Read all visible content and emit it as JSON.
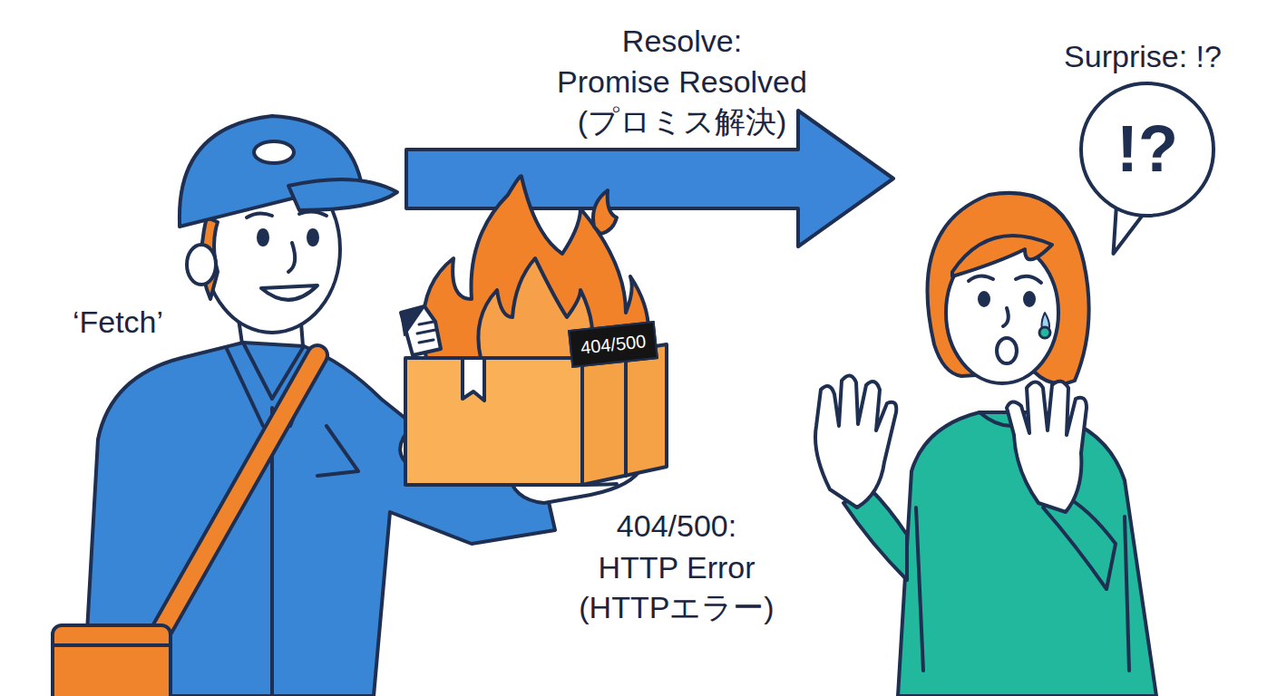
{
  "diagram": {
    "nodes": [
      {
        "text": [
          "404/500"
        ]
      },
      {
        "text": [
          "!?"
        ]
      }
    ],
    "labels": [
      "‘Fetch’",
      "Resolve:",
      "Promise Resolved (プロミス解決)",
      "Surprise: !?",
      "404/500:",
      "HTTP Error (HTTPエラー)"
    ]
  }
}
